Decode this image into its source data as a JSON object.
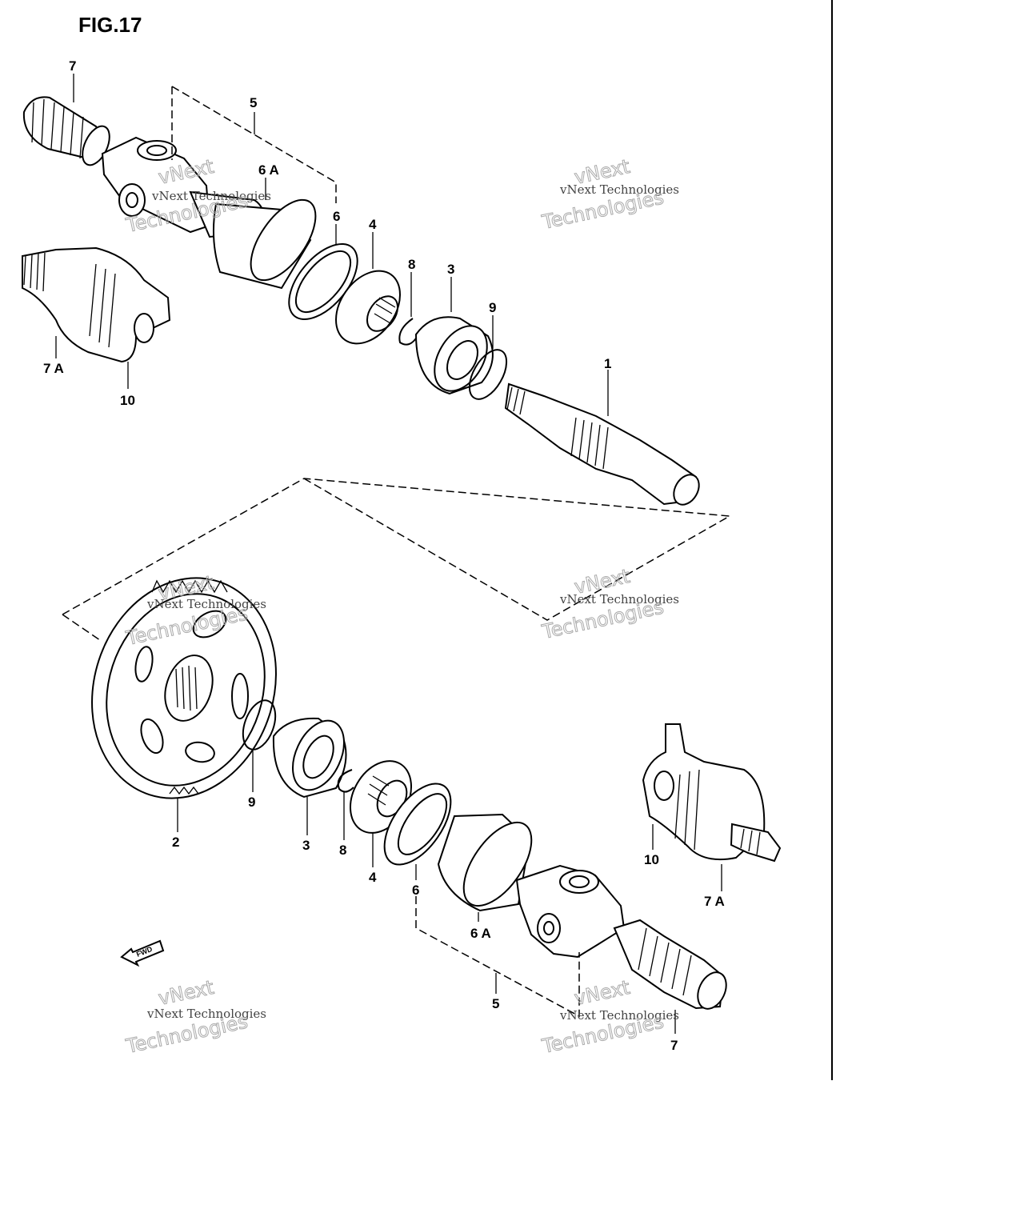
{
  "figure": {
    "title": "FIG.17"
  },
  "callouts": {
    "upper": {
      "p7": "7",
      "p5": "5",
      "p6a": "6 A",
      "p6": "6",
      "p4": "4",
      "p8": "8",
      "p3": "3",
      "p9": "9",
      "p1": "1",
      "p7a": "7 A",
      "p10": "10"
    },
    "lower": {
      "p2": "2",
      "p9": "9",
      "p3": "3",
      "p8": "8",
      "p4": "4",
      "p6": "6",
      "p6a": "6 A",
      "p5": "5",
      "p7": "7",
      "p10": "10",
      "p7a": "7 A"
    }
  },
  "fwd_arrow": {
    "icon": "fwd-arrow-icon",
    "label": "FWD"
  },
  "watermark": {
    "line1": "vNext Technologies",
    "big1": "vNext",
    "big2": "Technologies"
  }
}
